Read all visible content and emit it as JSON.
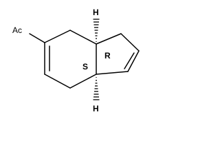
{
  "molecule": {
    "labels": {
      "acetyl": "Ac",
      "h_top": "H",
      "h_bottom": "H",
      "stereo_r": "R",
      "stereo_s": "S"
    }
  }
}
